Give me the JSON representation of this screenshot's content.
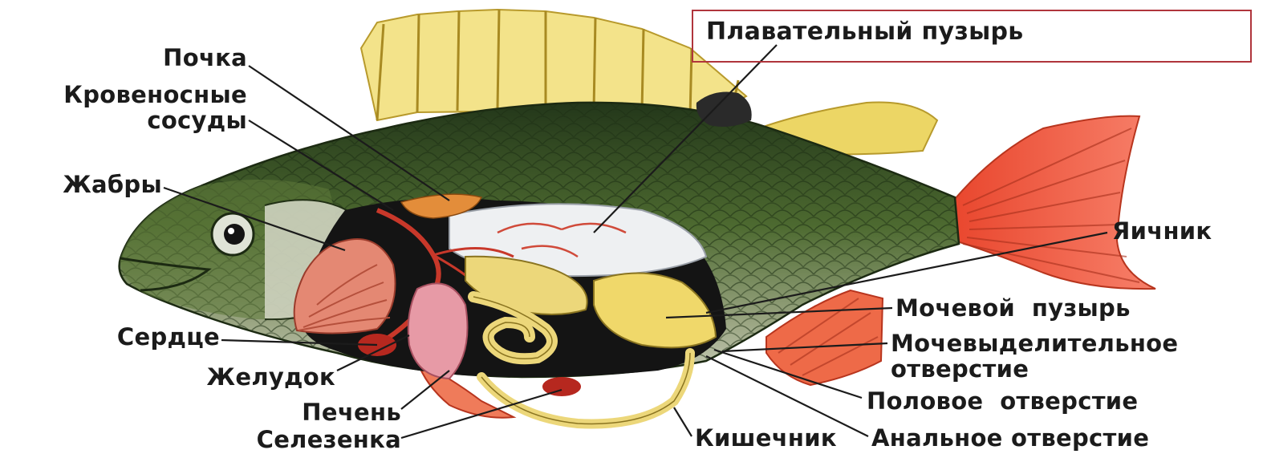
{
  "diagram": {
    "labels": {
      "swim_bladder": "Плавательный пузырь",
      "kidney": "Почка",
      "blood_vessels_line1": "Кровеносные",
      "blood_vessels_line2": "сосуды",
      "gills": "Жабры",
      "heart": "Сердце",
      "stomach": "Желудок",
      "liver": "Печень",
      "spleen": "Селезенка",
      "ovary": "Яичник",
      "urinary_bladder": "Мочевой  пузырь",
      "urinary_opening_line1": "Мочевыделительное",
      "urinary_opening_line2": "отверстие",
      "genital_opening": "Половое  отверстие",
      "intestine": "Кишечник",
      "anal_opening": "Анальное отверстие"
    },
    "colors": {
      "body_dark": "#2f4a22",
      "body_mid": "#5f7d3c",
      "belly": "#c9cdb9",
      "dorsal_fin": "#f3e38a",
      "tail_fin": "#ee5a3c",
      "gills": "#e48873",
      "cavity": "#141414",
      "organ_yellow": "#ecd77a",
      "swim_bladder": "#eef0f2",
      "stomach_pink": "#e79aa6",
      "highlight_box": "#b0353c",
      "leader_line": "#1b1b1b"
    }
  }
}
